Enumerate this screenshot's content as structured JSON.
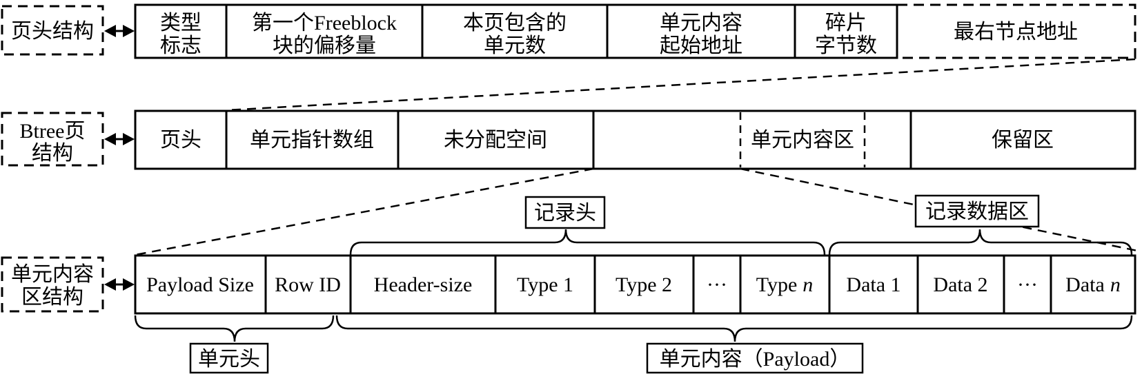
{
  "rows": {
    "page_header_structure": {
      "side_label": "页头结构",
      "cells": {
        "type_flag": {
          "l1": "类型",
          "l2": "标志"
        },
        "first_freeblock_offset": {
          "l1": "第一个Freeblock",
          "l2": "块的偏移量"
        },
        "page_cell_count": {
          "l1": "本页包含的",
          "l2": "单元数"
        },
        "cell_content_start_addr": {
          "l1": "单元内容",
          "l2": "起始地址"
        },
        "fragment_bytes": {
          "l1": "碎片",
          "l2": "字节数"
        },
        "rightmost_node_addr": "最右节点地址"
      }
    },
    "btree_page_structure": {
      "side_label_l1": "Btree页",
      "side_label_l2": "结构",
      "cells": {
        "page_header": "页头",
        "cell_pointer_array": "单元指针数组",
        "unallocated_space": "未分配空间",
        "cell_content_area": "单元内容区",
        "reserved_area": "保留区"
      }
    },
    "cell_content_structure": {
      "side_label_l1": "单元内容",
      "side_label_l2": "区结构",
      "cells": {
        "payload_size": "Payload Size",
        "row_id": "Row ID",
        "header_size": "Header-size",
        "type1": "Type 1",
        "type2": "Type 2",
        "ellipsis_types": "···",
        "type_n_prefix": "Type",
        "type_n_var": "n",
        "data1": "Data 1",
        "data2": "Data 2",
        "ellipsis_data": "···",
        "data_n_prefix": "Data",
        "data_n_var": "n"
      }
    }
  },
  "callouts": {
    "record_header": "记录头",
    "record_data_area": "记录数据区",
    "cell_header": "单元头",
    "cell_payload": "单元内容（Payload）"
  },
  "colors": {
    "line": "#000000",
    "background": "#ffffff"
  }
}
